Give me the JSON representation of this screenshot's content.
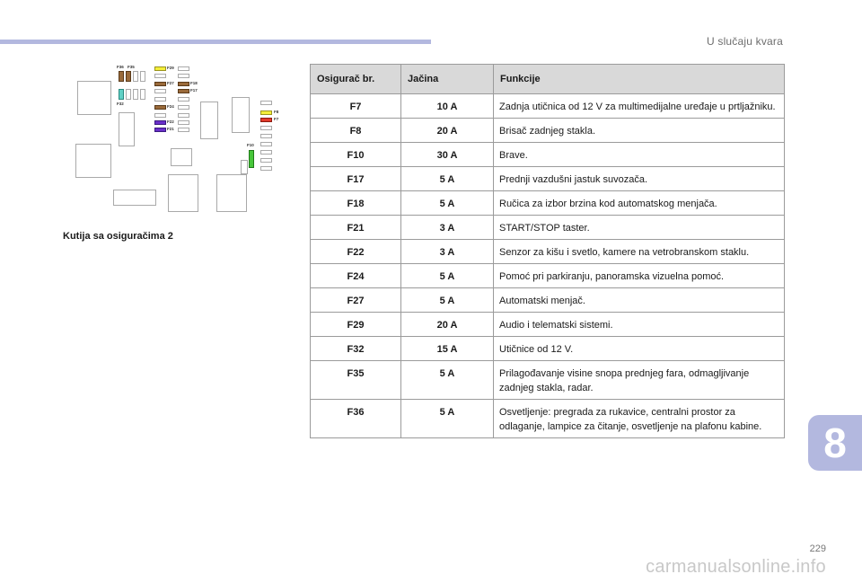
{
  "header": {
    "section_title": "U slučaju kvara"
  },
  "chapter": {
    "number": "8"
  },
  "page": {
    "number": "229"
  },
  "watermark": "carmanualsonline.info",
  "diagram": {
    "caption": "Kutija sa osiguračima 2",
    "labels": [
      "F36",
      "F35",
      "F32",
      "F29",
      "F27",
      "F24",
      "F22",
      "F21",
      "F18",
      "F17",
      "F8",
      "F7",
      "F10"
    ],
    "colors": {
      "brown": "#9a6a3a",
      "teal": "#5fd0c5",
      "yellow": "#f4ee3a",
      "purple": "#6a2fc9",
      "red": "#e23a2a",
      "green": "#47c63a"
    }
  },
  "table": {
    "headers": [
      "Osigurač br.",
      "Jačina",
      "Funkcije"
    ],
    "rows": [
      [
        "F7",
        "10 A",
        "Zadnja utičnica od 12 V za multimedijalne uređaje u prtljažniku."
      ],
      [
        "F8",
        "20 A",
        "Brisač zadnjeg stakla."
      ],
      [
        "F10",
        "30 A",
        "Brave."
      ],
      [
        "F17",
        "5 A",
        "Prednji vazdušni jastuk suvozača."
      ],
      [
        "F18",
        "5 A",
        "Ručica za izbor brzina kod automatskog menjača."
      ],
      [
        "F21",
        "3 A",
        "START/STOP taster."
      ],
      [
        "F22",
        "3 A",
        "Senzor za kišu i svetlo, kamere na vetrobranskom staklu."
      ],
      [
        "F24",
        "5 A",
        "Pomoć pri parkiranju, panoramska vizuelna pomoć."
      ],
      [
        "F27",
        "5 A",
        "Automatski menjač."
      ],
      [
        "F29",
        "20 A",
        "Audio i telematski sistemi."
      ],
      [
        "F32",
        "15 A",
        "Utičnice od 12 V."
      ],
      [
        "F35",
        "5 A",
        "Prilagođavanje visine snopa prednjeg fara, odmagljivanje zadnjeg stakla, radar."
      ],
      [
        "F36",
        "5 A",
        "Osvetljenje: pregrada za rukavice, centralni prostor za odlaganje, lampice za čitanje, osvetljenje na plafonu kabine."
      ]
    ]
  }
}
